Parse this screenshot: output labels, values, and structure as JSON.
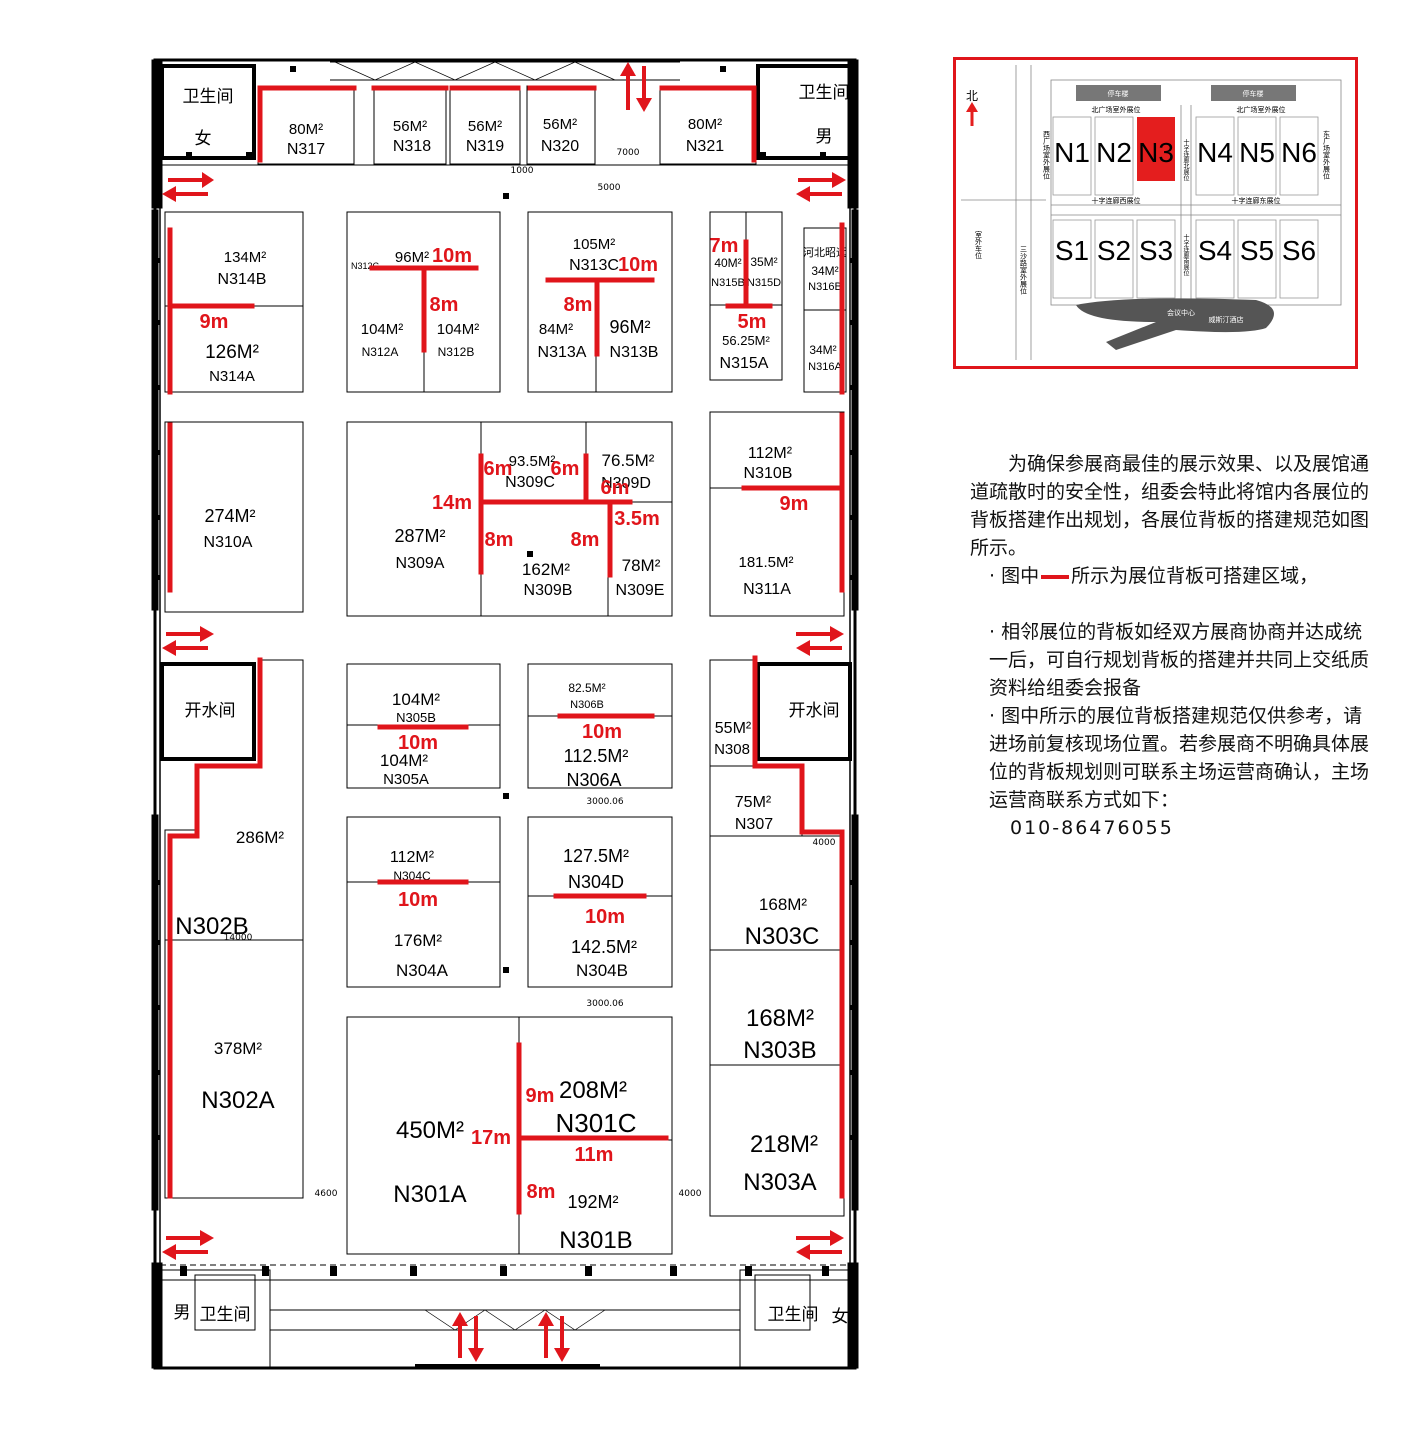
{
  "hall": {
    "restrooms": {
      "nw": {
        "title": "卫生间",
        "gender": "女"
      },
      "ne": {
        "title": "卫生间",
        "gender": "男"
      },
      "sw": {
        "title": "卫生间",
        "gender": "男"
      },
      "se": {
        "title": "卫生间",
        "gender": "女"
      }
    },
    "water_room_left": "开水间",
    "water_room_right": "开水间",
    "dims": {
      "d7000": "7000",
      "d1000": "1000",
      "d5000": "5000",
      "d3000a": "3000.06",
      "d3000b": "3000.06",
      "d4000r": "4000",
      "d4600": "4600",
      "d4000b": "4000",
      "d14000": "14000"
    },
    "booths": {
      "N317": {
        "id": "N317",
        "area": "80M²"
      },
      "N318": {
        "id": "N318",
        "area": "56M²"
      },
      "N319": {
        "id": "N319",
        "area": "56M²"
      },
      "N320": {
        "id": "N320",
        "area": "56M²"
      },
      "N321": {
        "id": "N321",
        "area": "80M²"
      },
      "N314B": {
        "id": "N314B",
        "area": "134M²"
      },
      "N314A": {
        "id": "N314A",
        "area": "126M²"
      },
      "N312C": {
        "id": "N312C",
        "area": "96M²"
      },
      "N312A": {
        "id": "N312A",
        "area": "104M²"
      },
      "N312B": {
        "id": "N312B",
        "area": "104M²"
      },
      "N313C": {
        "id": "N313C",
        "area": "105M²"
      },
      "N313A": {
        "id": "N313A",
        "area": "84M²"
      },
      "N313B": {
        "id": "N313B",
        "area": "96M²"
      },
      "N315B": {
        "id": "N315B",
        "area": "40M²"
      },
      "N315D": {
        "id": "N315D",
        "area": "35M²"
      },
      "N315A": {
        "id": "N315A",
        "area": "56.25M²"
      },
      "N316B": {
        "id": "N316B",
        "area": "34M²",
        "tag": "河北昭远"
      },
      "N316A": {
        "id": "N316A",
        "area": "34M²"
      },
      "N310A": {
        "id": "N310A",
        "area": "274M²"
      },
      "N309A": {
        "id": "N309A",
        "area": "287M²"
      },
      "N309C": {
        "id": "N309C",
        "area": "93.5M²"
      },
      "N309D": {
        "id": "N309D",
        "area": "76.5M²"
      },
      "N309B": {
        "id": "N309B",
        "area": "162M²"
      },
      "N309E": {
        "id": "N309E",
        "area": "78M²"
      },
      "N310B": {
        "id": "N310B",
        "area": "112M²"
      },
      "N311A": {
        "id": "N311A",
        "area": "181.5M²"
      },
      "N302B": {
        "id": "N302B",
        "area": "286M²"
      },
      "N302A": {
        "id": "N302A",
        "area": "378M²"
      },
      "N305B": {
        "id": "N305B",
        "area": "104M²"
      },
      "N305A": {
        "id": "N305A",
        "area": "104M²"
      },
      "N306B": {
        "id": "N306B",
        "area": "82.5M²"
      },
      "N306A": {
        "id": "N306A",
        "area": "112.5M²"
      },
      "N308": {
        "id": "N308",
        "area": "55M²"
      },
      "N307": {
        "id": "N307",
        "area": "75M²"
      },
      "N304C": {
        "id": "N304C",
        "area": "112M²"
      },
      "N304A": {
        "id": "N304A",
        "area": "176M²"
      },
      "N304D": {
        "id": "N304D",
        "area": "127.5M²"
      },
      "N304B": {
        "id": "N304B",
        "area": "142.5M²"
      },
      "N303C": {
        "id": "N303C",
        "area": "168M²"
      },
      "N303B": {
        "id": "N303B",
        "area": "168M²"
      },
      "N303A": {
        "id": "N303A",
        "area": "218M²"
      },
      "N301A": {
        "id": "N301A",
        "area": "450M²"
      },
      "N301C": {
        "id": "N301C",
        "area": "208M²"
      },
      "N301B": {
        "id": "N301B",
        "area": "192M²"
      }
    },
    "backboard_lengths": {
      "l314": "9m",
      "l312h": "10m",
      "l312v": "8m",
      "l313h": "10m",
      "l313v": "8m",
      "l315v": "7m",
      "l315h": "5m",
      "l309a": "6m",
      "l309b": "6m",
      "l309c": "6m",
      "l309h": "14m",
      "l309e": "3.5m",
      "l309v1": "8m",
      "l309v2": "8m",
      "l310b": "9m",
      "l305": "10m",
      "l306": "10m",
      "l304c": "10m",
      "l304d": "10m",
      "l301c": "9m",
      "l301h": "17m",
      "l301b": "11m",
      "l301v": "8m"
    }
  },
  "inset": {
    "north_label": "北",
    "halls_north": [
      "N1",
      "N2",
      "N3",
      "N4",
      "N5",
      "N6"
    ],
    "halls_south": [
      "S1",
      "S2",
      "S3",
      "S4",
      "S5",
      "S6"
    ],
    "highlight": "N3",
    "labels": {
      "north_plaza_a": "北广场室外展位",
      "north_plaza_b": "北广场室外展位",
      "parking_a": "停车楼",
      "parking_b": "停车楼",
      "west_corridor": "十字连廊西展位",
      "east_corridor": "十字连廊东展位",
      "meeting_center": "会议中心",
      "hotel": "威斯汀酒店",
      "west_plaza": "西广场室外展位",
      "east_plaza": "东广场室外展位",
      "sansha_road": "三沙路室外展位",
      "outdoor_parking": "室外车位",
      "corridor_north": "十字连廊北展位",
      "corridor_south": "十字连廊南展位"
    },
    "colors": {
      "highlight": "#e41e1e",
      "frame": "#e0151b"
    }
  },
  "notes": {
    "intro": "为确保参展商最佳的展示效果、以及展馆通道疏散时的安全性，组委会特此将馆内各展位的背板搭建作出规划，各展位背板的搭建规范如图所示。",
    "legend_prefix": "· 图中",
    "legend_suffix": "所示为展位背板可搭建区域，",
    "bullet2": "· 相邻展位的背板如经双方展商协商并达成统一后，可自行规划背板的搭建并共同上交纸质资料给组委会报备",
    "bullet3": "· 图中所示的展位背板搭建规范仅供参考，请进场前复核现场位置。若参展商不明确具体展位的背板规划则可联系主场运营商确认，主场运营商联系方式如下：",
    "phone": "010-86476055"
  },
  "colors": {
    "backboard": "#e0151b",
    "wall": "#000000"
  }
}
